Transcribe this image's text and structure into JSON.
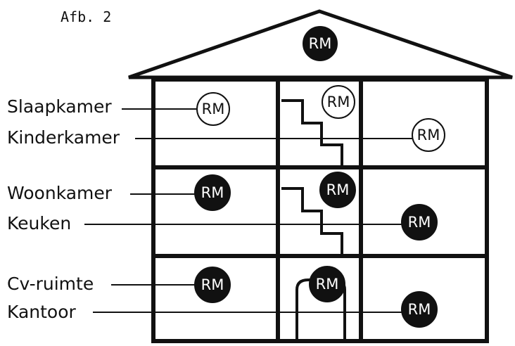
{
  "figure_caption": "Afb. 2",
  "detector_label": "RM",
  "colors": {
    "ink": "#111111",
    "paper": "#ffffff"
  },
  "rooms": [
    {
      "name": "Slaapkamer"
    },
    {
      "name": "Kinderkamer"
    },
    {
      "name": "Woonkamer"
    },
    {
      "name": "Keuken"
    },
    {
      "name": "Cv-ruimte"
    },
    {
      "name": "Kantoor"
    }
  ],
  "detectors": [
    {
      "location": "roof",
      "style": "filled"
    },
    {
      "location": "Slaapkamer",
      "style": "outline"
    },
    {
      "location": "top stairwell",
      "style": "outline"
    },
    {
      "location": "Kinderkamer",
      "style": "outline"
    },
    {
      "location": "Woonkamer",
      "style": "filled"
    },
    {
      "location": "middle stairwell",
      "style": "filled"
    },
    {
      "location": "Keuken",
      "style": "filled"
    },
    {
      "location": "Cv-ruimte",
      "style": "filled"
    },
    {
      "location": "ground floor hall",
      "style": "filled"
    },
    {
      "location": "Kantoor",
      "style": "filled"
    }
  ]
}
